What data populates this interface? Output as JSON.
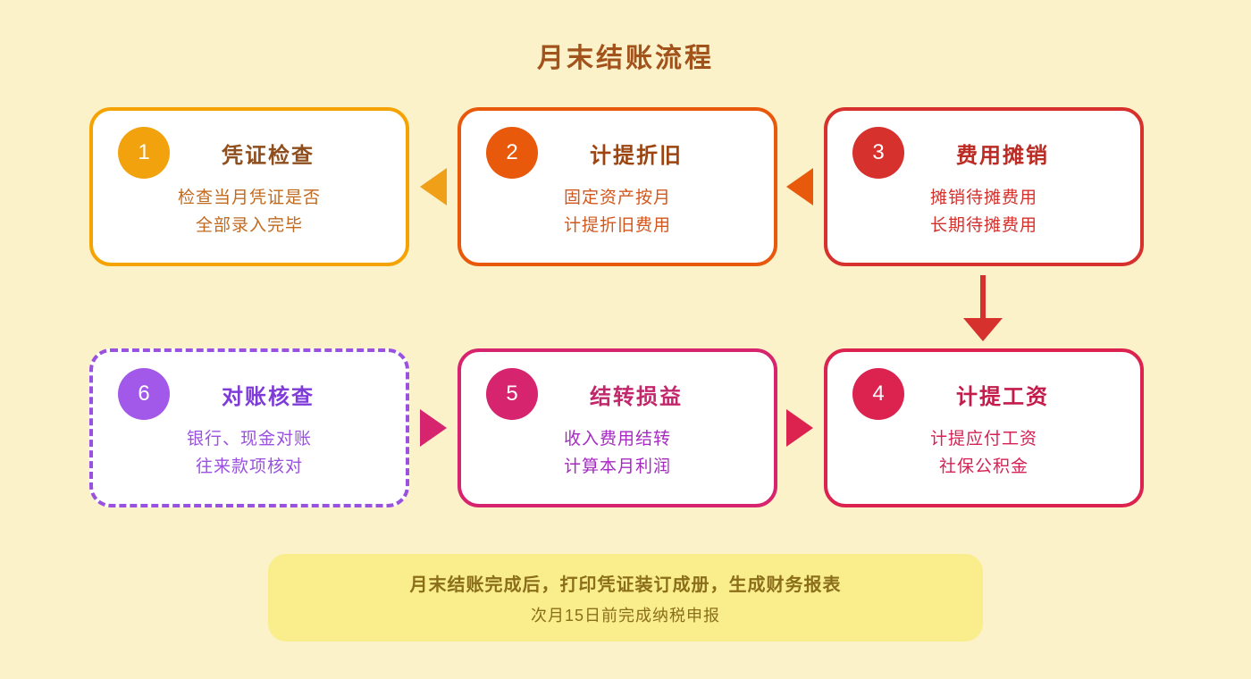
{
  "page": {
    "title": "月末结账流程",
    "background": "#FBF2CA",
    "title_color": "#A2531C"
  },
  "steps": [
    {
      "num": "1",
      "title": "凭证检查",
      "body_line1": "检查当月凭证是否",
      "body_line2": "全部录入完毕",
      "border_color": "#F5A302",
      "circle_color": "#F2A20D",
      "title_color": "#8F4E1E",
      "body_color": "#C06A20",
      "border_style": "solid"
    },
    {
      "num": "2",
      "title": "计提折旧",
      "body_line1": "固定资产按月",
      "body_line2": "计提折旧费用",
      "border_color": "#E8590C",
      "circle_color": "#E8590C",
      "title_color": "#9C4511",
      "body_color": "#D2571C",
      "border_style": "solid"
    },
    {
      "num": "3",
      "title": "费用摊销",
      "body_line1": "摊销待摊费用",
      "body_line2": "长期待摊费用",
      "border_color": "#D7312E",
      "circle_color": "#D7312E",
      "title_color": "#BC2B24",
      "body_color": "#D4302C",
      "border_style": "solid"
    },
    {
      "num": "4",
      "title": "计提工资",
      "body_line1": "计提应付工资",
      "body_line2": "社保公积金",
      "border_color": "#DC2350",
      "circle_color": "#DC2350",
      "title_color": "#C31C4B",
      "body_color": "#D42254",
      "border_style": "solid"
    },
    {
      "num": "5",
      "title": "结转损益",
      "body_line1": "收入费用结转",
      "body_line2": "计算本月利润",
      "border_color": "#D6246E",
      "circle_color": "#D6246E",
      "title_color": "#C2266B",
      "body_color": "#A52BC0",
      "border_style": "solid"
    },
    {
      "num": "6",
      "title": "对账核查",
      "body_line1": "银行、现金对账",
      "body_line2": "往来款项核对",
      "border_color": "#9B51E0",
      "circle_color": "#A259EA",
      "title_color": "#7E3BD8",
      "body_color": "#9B51E0",
      "border_style": "dashed"
    }
  ],
  "arrows": [
    {
      "between": "card2-to-card1",
      "direction": "left",
      "color": "#F0A018"
    },
    {
      "between": "card3-to-card2",
      "direction": "left",
      "color": "#E8590C"
    },
    {
      "between": "card3-down-to-card4",
      "direction": "down",
      "color": "#D7312E"
    },
    {
      "between": "card6-card5-gap",
      "direction": "right",
      "color": "#D6246E"
    },
    {
      "between": "card5-card4-gap",
      "direction": "right",
      "color": "#DC2350"
    }
  ],
  "note": {
    "line1": "月末结账完成后，打印凭证装订成册，生成财务报表",
    "line2": "次月15日前完成纳税申报",
    "background": "#FAED8C",
    "text_color": "#8A6E1A"
  }
}
